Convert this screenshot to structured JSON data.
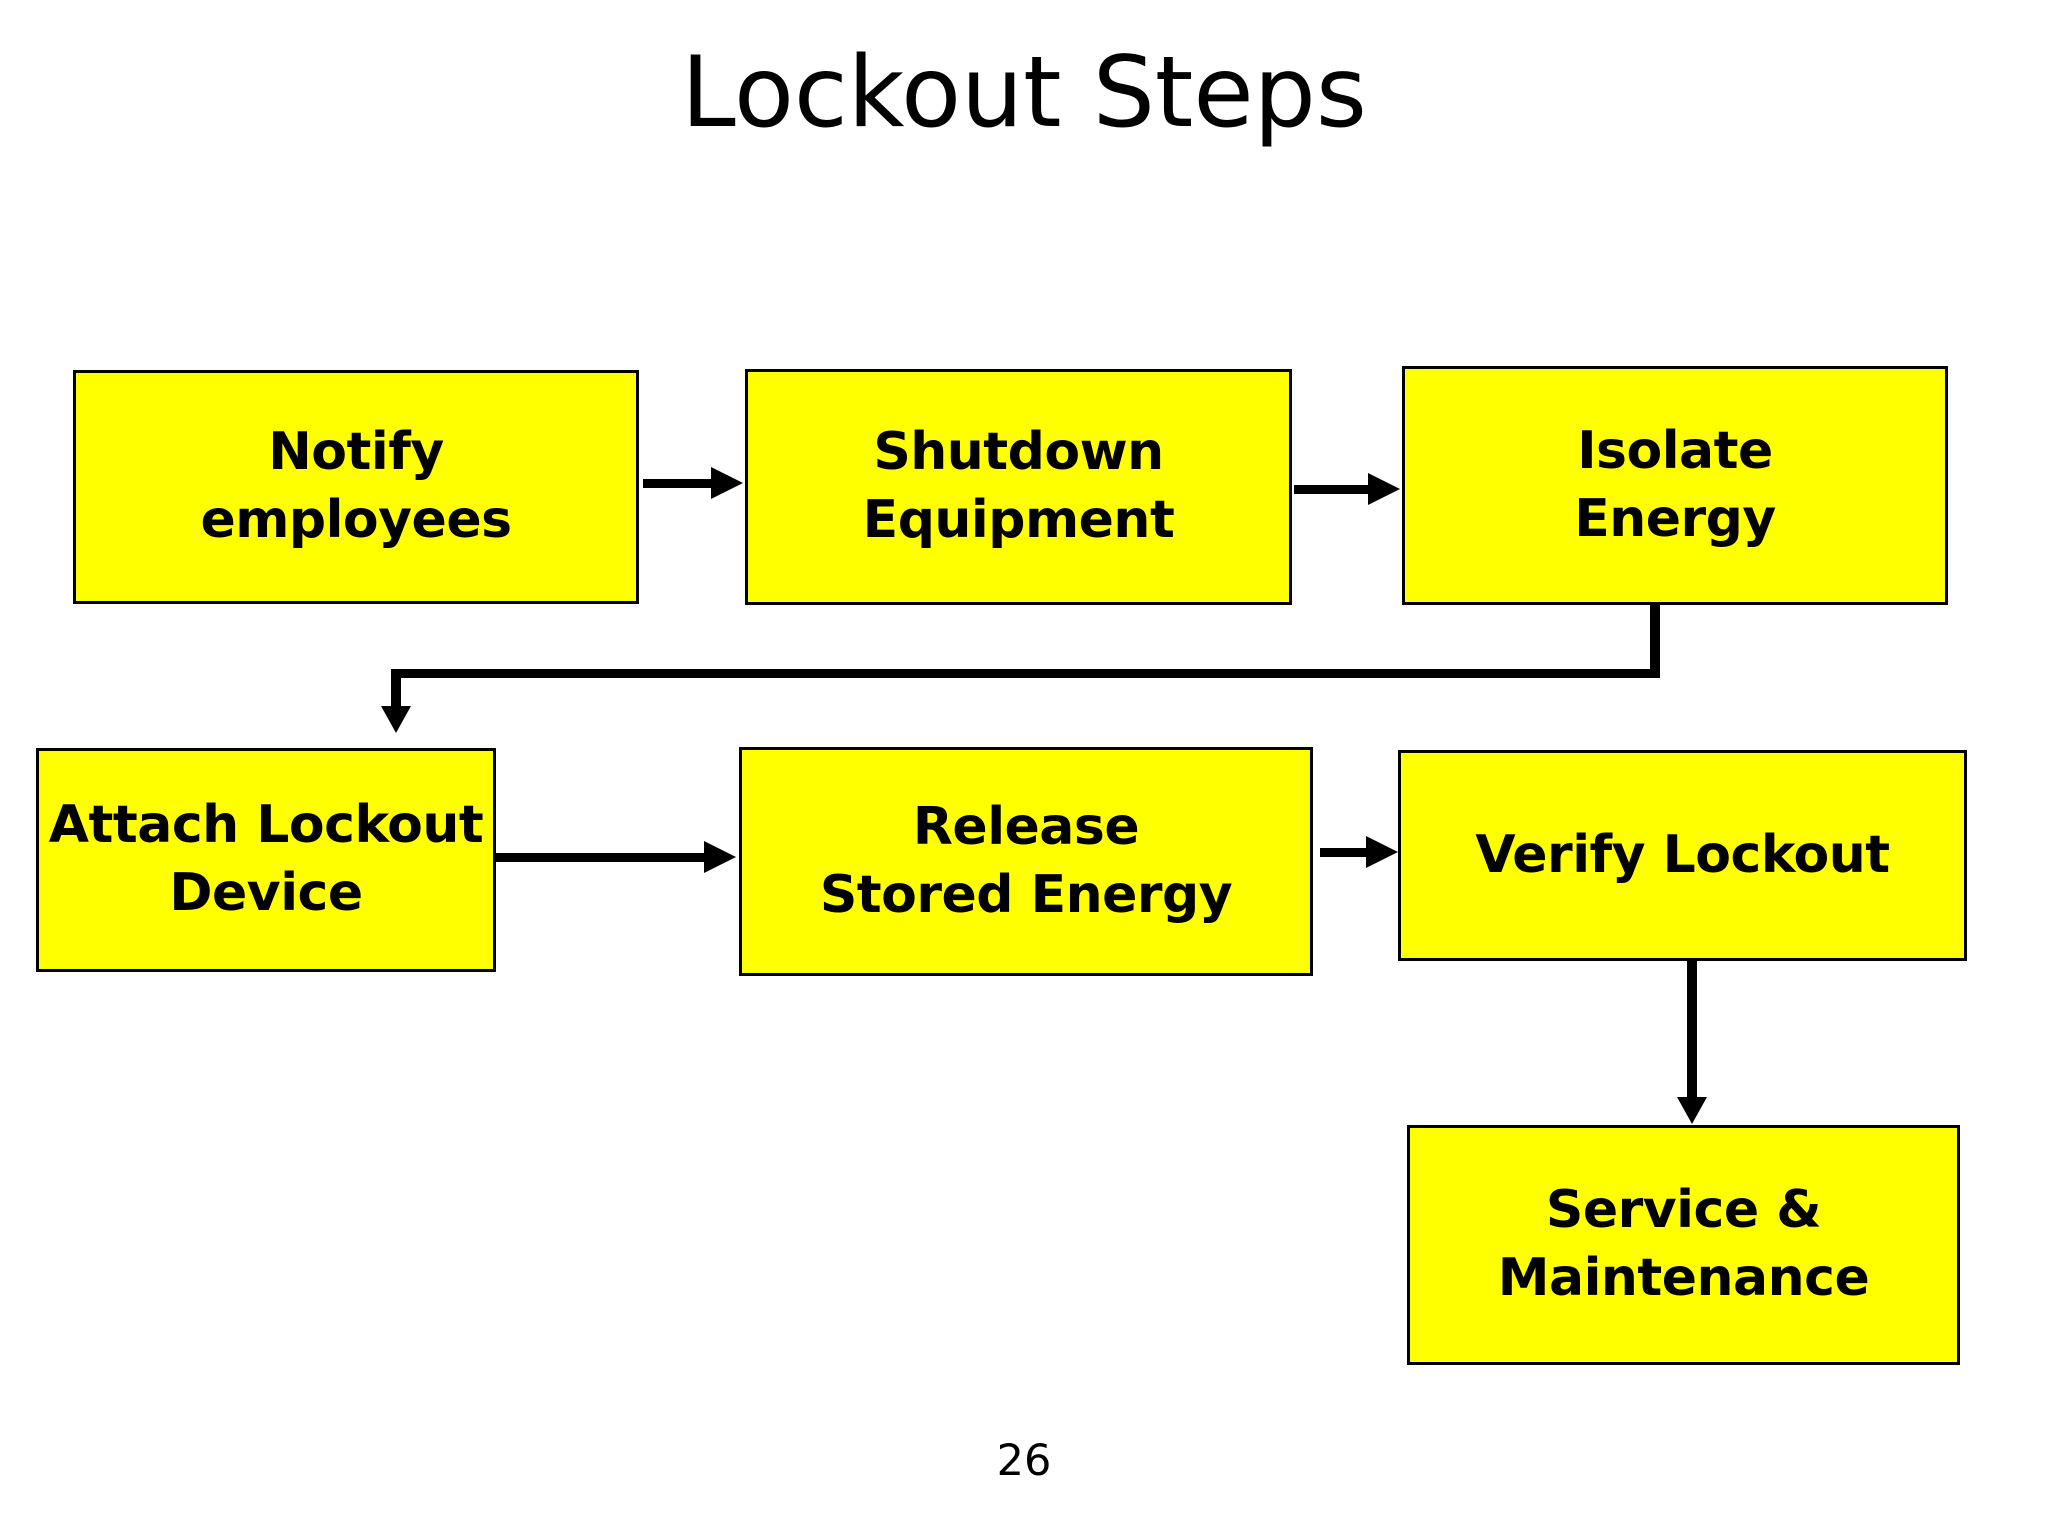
{
  "title": "Lockout Steps",
  "page_number": "26",
  "colors": {
    "background": "#ffffff",
    "box_fill": "#ffff00",
    "box_border": "#000000",
    "arrow": "#000000",
    "text": "#000000"
  },
  "steps": [
    {
      "id": "notify-employees",
      "label": "Notify\nemployees"
    },
    {
      "id": "shutdown-equipment",
      "label": "Shutdown\nEquipment"
    },
    {
      "id": "isolate-energy",
      "label": "Isolate\nEnergy"
    },
    {
      "id": "attach-lockout-device",
      "label": "Attach Lockout\nDevice"
    },
    {
      "id": "release-stored-energy",
      "label": "Release\nStored Energy"
    },
    {
      "id": "verify-lockout",
      "label": "Verify Lockout"
    },
    {
      "id": "service-maintenance",
      "label": "Service &\nMaintenance"
    }
  ],
  "connections": [
    {
      "from": "notify-employees",
      "to": "shutdown-equipment",
      "direction": "right"
    },
    {
      "from": "shutdown-equipment",
      "to": "isolate-energy",
      "direction": "right"
    },
    {
      "from": "isolate-energy",
      "to": "attach-lockout-device",
      "direction": "down-left-down"
    },
    {
      "from": "attach-lockout-device",
      "to": "release-stored-energy",
      "direction": "right"
    },
    {
      "from": "release-stored-energy",
      "to": "verify-lockout",
      "direction": "right"
    },
    {
      "from": "verify-lockout",
      "to": "service-maintenance",
      "direction": "down"
    }
  ]
}
